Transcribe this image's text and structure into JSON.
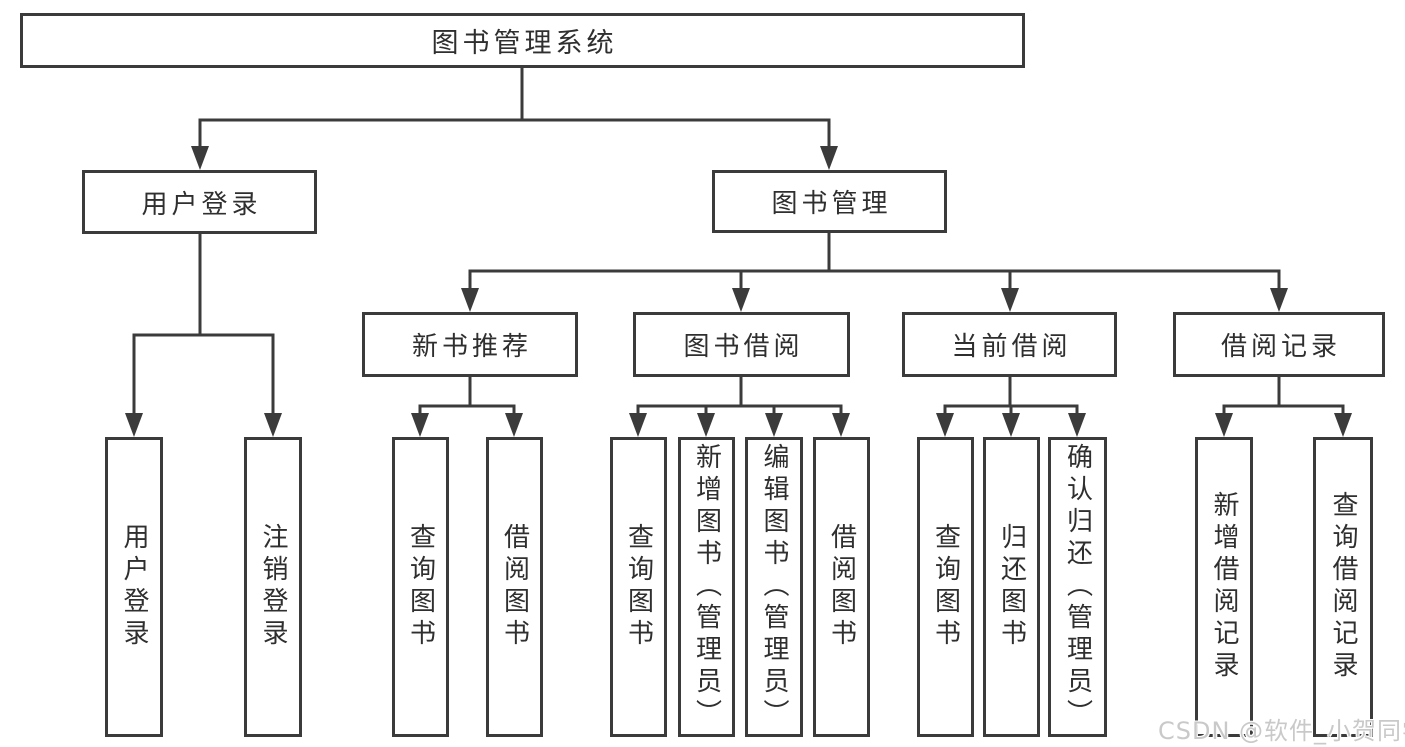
{
  "tree": {
    "label": "图书管理系统",
    "children": [
      {
        "label": "用户登录",
        "children": [
          {
            "label": "用户登录"
          },
          {
            "label": "注销登录"
          }
        ]
      },
      {
        "label": "图书管理",
        "children": [
          {
            "label": "新书推荐",
            "children": [
              {
                "label": "查询图书"
              },
              {
                "label": "借阅图书"
              }
            ]
          },
          {
            "label": "图书借阅",
            "children": [
              {
                "label": "查询图书"
              },
              {
                "label": "新增图书（管理员）"
              },
              {
                "label": "编辑图书（管理员）"
              },
              {
                "label": "借阅图书"
              }
            ]
          },
          {
            "label": "当前借阅",
            "children": [
              {
                "label": "查询图书"
              },
              {
                "label": "归还图书"
              },
              {
                "label": "确认归还（管理员）"
              }
            ]
          },
          {
            "label": "借阅记录",
            "children": [
              {
                "label": "新增借阅记录"
              },
              {
                "label": "查询借阅记录"
              }
            ]
          }
        ]
      }
    ]
  },
  "watermark": {
    "text": "CSDN @软件_小贺同学"
  },
  "colors": {
    "line": "#3b3b3b",
    "text": "#2f2f2f",
    "background": "#ffffff",
    "watermark": "#c9c9c9"
  }
}
